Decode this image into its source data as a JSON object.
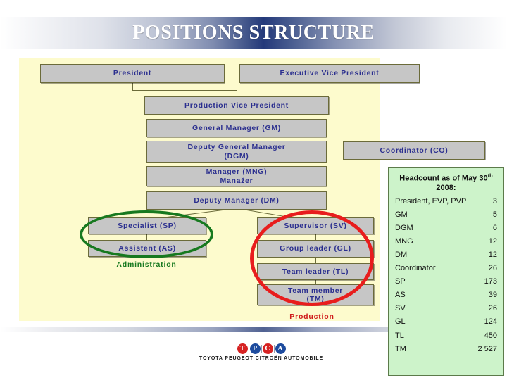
{
  "slide": {
    "title": "POSITIONS STRUCTURE"
  },
  "org_chart": {
    "nodes": [
      {
        "id": "president",
        "label": "President"
      },
      {
        "id": "evp",
        "label": "Executive Vice President"
      },
      {
        "id": "pvp",
        "label": "Production Vice President"
      },
      {
        "id": "gm",
        "label": "General Manager (GM)"
      },
      {
        "id": "dgm_line1",
        "label": "Deputy General Manager",
        "label2": "(DGM)"
      },
      {
        "id": "mng_line1",
        "label": "Manager (MNG)",
        "label2": "Manažer"
      },
      {
        "id": "dm",
        "label": "Deputy Manager (DM)"
      },
      {
        "id": "coordinator",
        "label": "Coordinator (CO)"
      },
      {
        "id": "sp",
        "label": "Specialist (SP)"
      },
      {
        "id": "as",
        "label": "Assistent (AS)"
      },
      {
        "id": "sv",
        "label": "Supervisor (SV)"
      },
      {
        "id": "gl",
        "label": "Group leader (GL)"
      },
      {
        "id": "tl",
        "label": "Team leader (TL)"
      },
      {
        "id": "tm",
        "label": "Team member",
        "label2": "(TM)"
      }
    ],
    "groups": {
      "administration_label": "Administration",
      "production_label": "Production"
    },
    "colors": {
      "node_fill": "#c6c6c6",
      "node_text": "#2b2f8f",
      "panel_background": "#fdfbcd",
      "administration_highlight": "#17791f",
      "production_highlight": "#e81d1d"
    }
  },
  "headcount": {
    "title_prefix": "Headcount as of May 30",
    "title_superscript": "th",
    "title_suffix": "2008:",
    "rows": [
      {
        "label": "President, EVP, PVP",
        "value": "3"
      },
      {
        "label": "GM",
        "value": "5"
      },
      {
        "label": "DGM",
        "value": "6"
      },
      {
        "label": "MNG",
        "value": "12"
      },
      {
        "label": "DM",
        "value": "12"
      },
      {
        "label": "Coordinator",
        "value": "26"
      },
      {
        "label": "SP",
        "value": "173"
      },
      {
        "label": "AS",
        "value": "39"
      },
      {
        "label": "SV",
        "value": "26"
      },
      {
        "label": "GL",
        "value": "124"
      },
      {
        "label": "TL",
        "value": "450"
      },
      {
        "label": "TM",
        "value": "2 527"
      }
    ],
    "colors": {
      "background": "#cdf3ca",
      "border": "#5c7a4a"
    }
  },
  "logo": {
    "letters": [
      {
        "char": "T",
        "color": "#d62222"
      },
      {
        "char": "P",
        "color": "#1d4b9e"
      },
      {
        "char": "C",
        "color": "#d62222"
      },
      {
        "char": "A",
        "color": "#1d4b9e"
      }
    ],
    "wordmark": "TOYOTA PEUGEOT CITROËN AUTOMOBILE"
  }
}
